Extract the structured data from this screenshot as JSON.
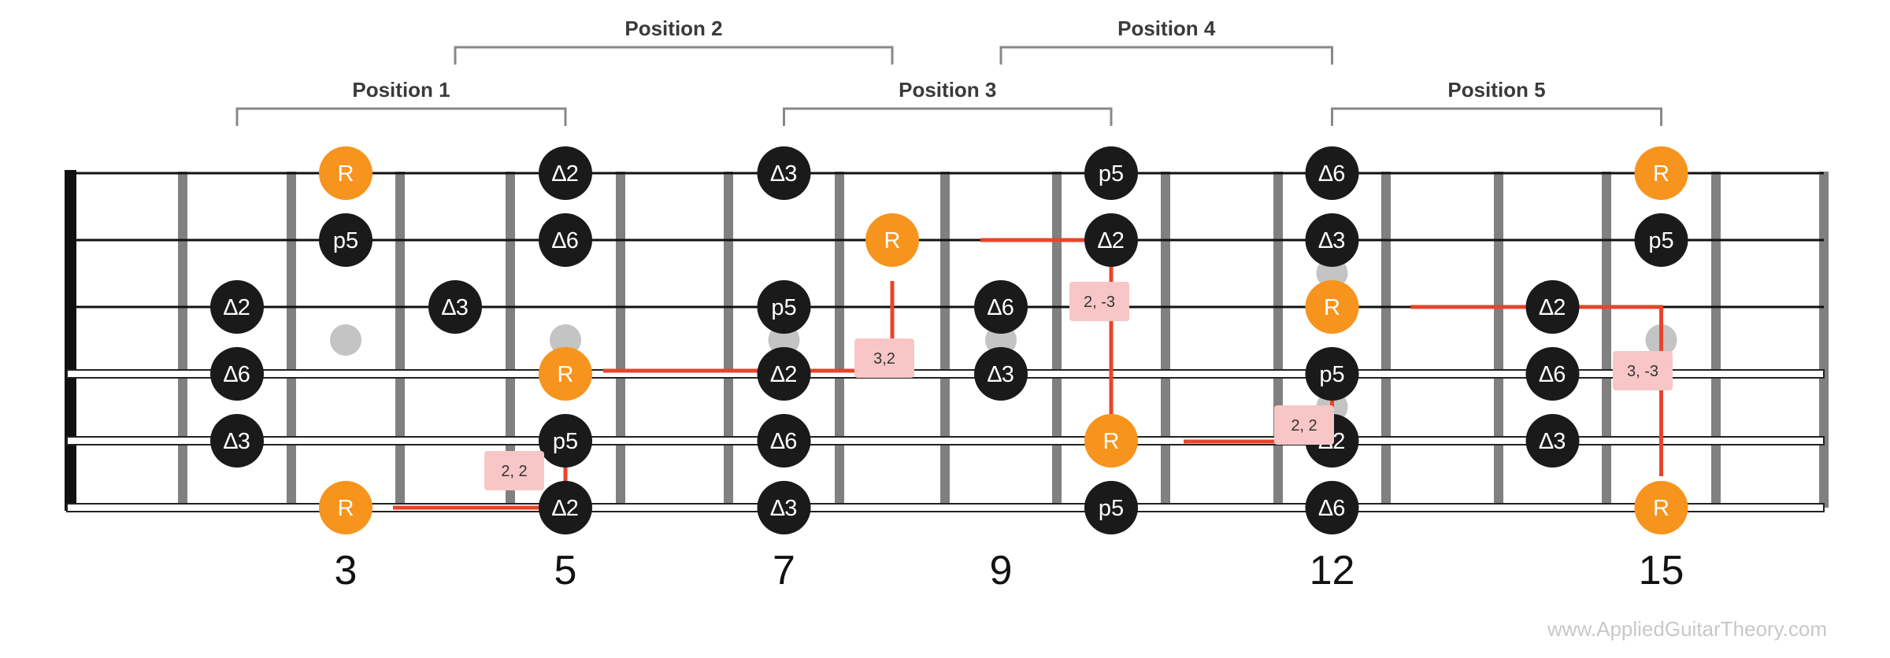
{
  "positions": [
    {
      "label": "Position 1",
      "from": 2,
      "to": 5
    },
    {
      "label": "Position 2",
      "from": 4,
      "to": 8
    },
    {
      "label": "Position 3",
      "from": 7,
      "to": 10
    },
    {
      "label": "Position 4",
      "from": 9,
      "to": 12
    },
    {
      "label": "Position 5",
      "from": 12,
      "to": 15
    }
  ],
  "fret_markers": [
    "3",
    "5",
    "7",
    "9",
    "12",
    "15"
  ],
  "notes": [
    {
      "string": 1,
      "fret": 3,
      "label": "R",
      "root": true
    },
    {
      "string": 1,
      "fret": 5,
      "label": "∆2",
      "root": false
    },
    {
      "string": 1,
      "fret": 7,
      "label": "∆3",
      "root": false
    },
    {
      "string": 1,
      "fret": 10,
      "label": "p5",
      "root": false
    },
    {
      "string": 1,
      "fret": 12,
      "label": "∆6",
      "root": false
    },
    {
      "string": 1,
      "fret": 15,
      "label": "R",
      "root": true
    },
    {
      "string": 2,
      "fret": 3,
      "label": "p5",
      "root": false
    },
    {
      "string": 2,
      "fret": 5,
      "label": "∆6",
      "root": false
    },
    {
      "string": 2,
      "fret": 8,
      "label": "R",
      "root": true
    },
    {
      "string": 2,
      "fret": 10,
      "label": "∆2",
      "root": false
    },
    {
      "string": 2,
      "fret": 12,
      "label": "∆3",
      "root": false
    },
    {
      "string": 2,
      "fret": 15,
      "label": "p5",
      "root": false
    },
    {
      "string": 3,
      "fret": 2,
      "label": "∆2",
      "root": false
    },
    {
      "string": 3,
      "fret": 4,
      "label": "∆3",
      "root": false
    },
    {
      "string": 3,
      "fret": 7,
      "label": "p5",
      "root": false
    },
    {
      "string": 3,
      "fret": 9,
      "label": "∆6",
      "root": false
    },
    {
      "string": 3,
      "fret": 12,
      "label": "R",
      "root": true
    },
    {
      "string": 3,
      "fret": 14,
      "label": "∆2",
      "root": false
    },
    {
      "string": 4,
      "fret": 2,
      "label": "∆6",
      "root": false
    },
    {
      "string": 4,
      "fret": 5,
      "label": "R",
      "root": true
    },
    {
      "string": 4,
      "fret": 7,
      "label": "∆2",
      "root": false
    },
    {
      "string": 4,
      "fret": 9,
      "label": "∆3",
      "root": false
    },
    {
      "string": 4,
      "fret": 12,
      "label": "p5",
      "root": false
    },
    {
      "string": 4,
      "fret": 14,
      "label": "∆6",
      "root": false
    },
    {
      "string": 5,
      "fret": 2,
      "label": "∆3",
      "root": false
    },
    {
      "string": 5,
      "fret": 5,
      "label": "p5",
      "root": false
    },
    {
      "string": 5,
      "fret": 7,
      "label": "∆6",
      "root": false
    },
    {
      "string": 5,
      "fret": 10,
      "label": "R",
      "root": true
    },
    {
      "string": 5,
      "fret": 12,
      "label": "∆2",
      "root": false
    },
    {
      "string": 5,
      "fret": 14,
      "label": "∆3",
      "root": false
    },
    {
      "string": 6,
      "fret": 3,
      "label": "R",
      "root": true
    },
    {
      "string": 6,
      "fret": 5,
      "label": "∆2",
      "root": false
    },
    {
      "string": 6,
      "fret": 7,
      "label": "∆3",
      "root": false
    },
    {
      "string": 6,
      "fret": 10,
      "label": "p5",
      "root": false
    },
    {
      "string": 6,
      "fret": 12,
      "label": "∆6",
      "root": false
    },
    {
      "string": 6,
      "fret": 15,
      "label": "R",
      "root": true
    }
  ],
  "shift_labels": [
    "2, 2",
    "3,2",
    "2, -3",
    "2, 2",
    "3, -3"
  ],
  "watermark": "www.AppliedGuitarTheory.com",
  "colors": {
    "root": "#f7941d",
    "interval": "#1a1a1a",
    "shift_line": "#e8442a",
    "shift_label_bg": "#f8c6c6",
    "inlay": "#c4c4c4",
    "fret": "#808080",
    "bracket": "#888888"
  }
}
